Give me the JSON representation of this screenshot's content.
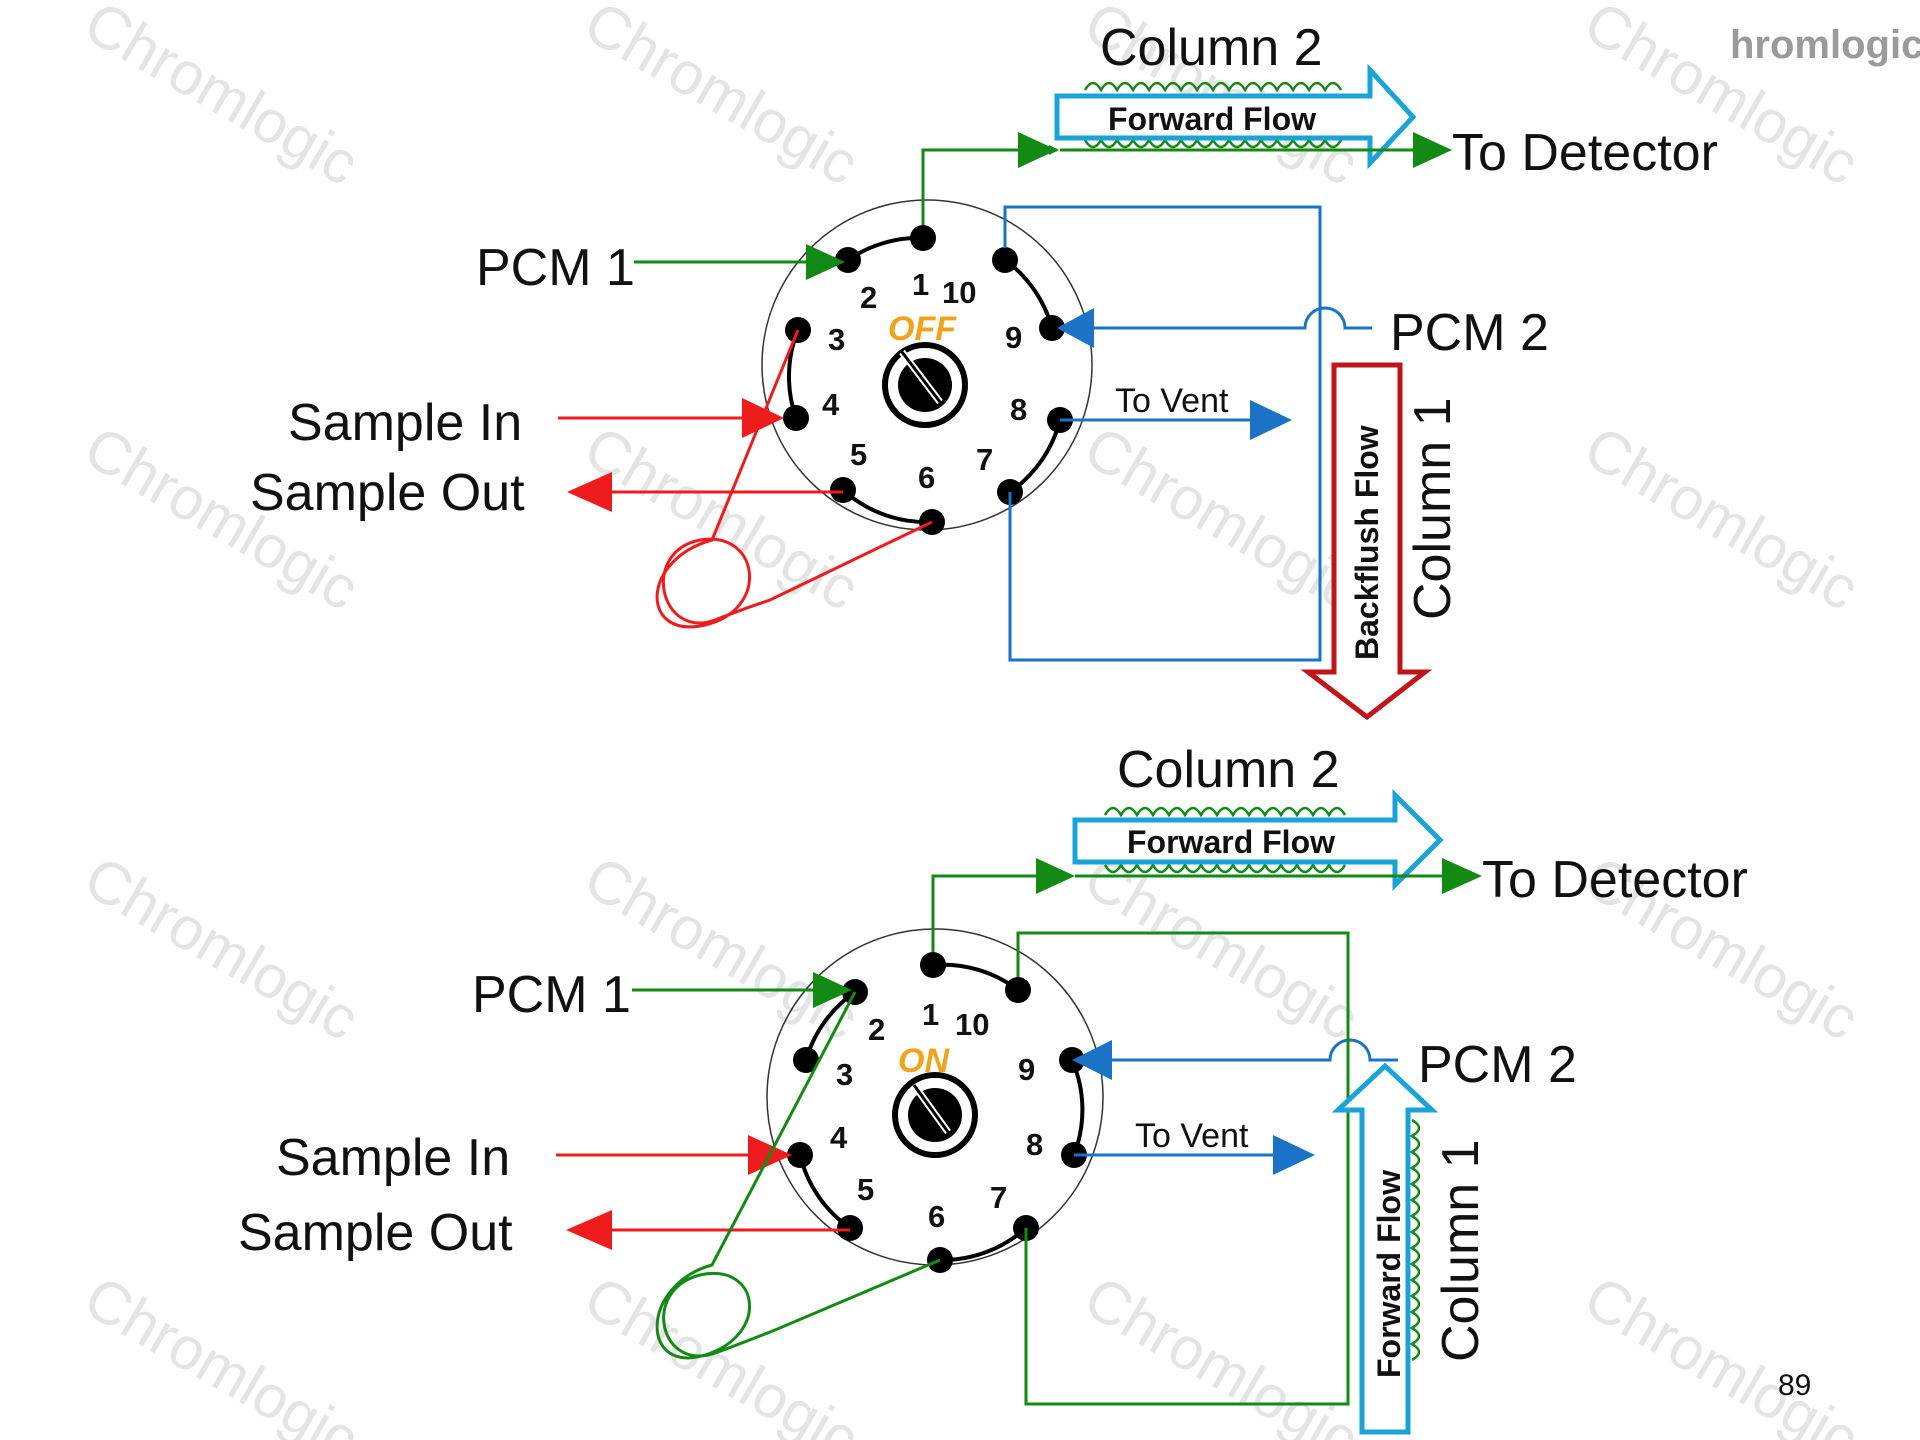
{
  "logo_text": "hromlogic",
  "watermark_text": "Chromlogic",
  "page_number": "89",
  "colors": {
    "green": "#138a13",
    "blue": "#1a73c7",
    "red": "#ee1c1c",
    "backflush": "#c0161b",
    "forward_outline": "#1aa3d9",
    "state": "#f2a31b"
  },
  "top": {
    "state_label": "OFF",
    "column2_label": "Column 2",
    "column2_arrow": "Forward Flow",
    "to_detector": "To Detector",
    "pcm1": "PCM 1",
    "pcm2": "PCM 2",
    "sample_in": "Sample In",
    "sample_out": "Sample Out",
    "to_vent": "To Vent",
    "column1_label": "Column 1",
    "column1_arrow": "Backflush Flow",
    "ports": [
      "1",
      "2",
      "3",
      "4",
      "5",
      "6",
      "7",
      "8",
      "9",
      "10"
    ]
  },
  "bottom": {
    "state_label": "ON",
    "column2_label": "Column 2",
    "column2_arrow": "Forward Flow",
    "to_detector": "To Detector",
    "pcm1": "PCM 1",
    "pcm2": "PCM 2",
    "sample_in": "Sample In",
    "sample_out": "Sample Out",
    "to_vent": "To Vent",
    "column1_label": "Column 1",
    "column1_arrow": "Forward Flow",
    "ports": [
      "1",
      "2",
      "3",
      "4",
      "5",
      "6",
      "7",
      "8",
      "9",
      "10"
    ]
  }
}
